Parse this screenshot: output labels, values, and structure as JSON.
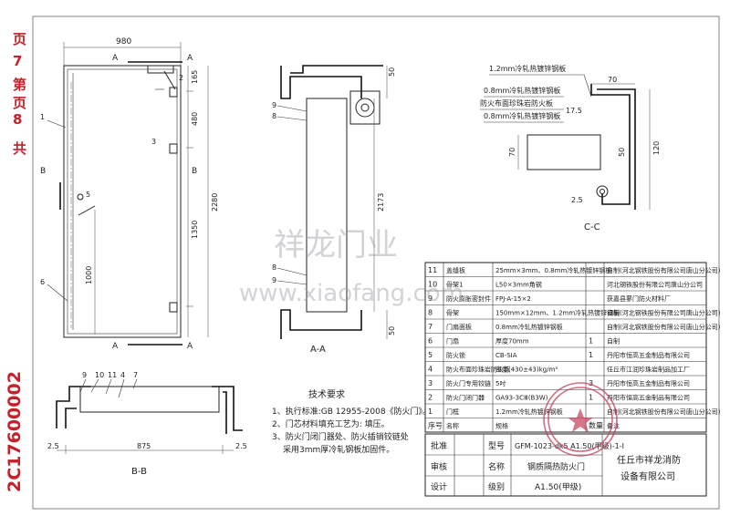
{
  "page_counter": {
    "total": "8",
    "current": "7"
  },
  "drawing_number": "2C17600002",
  "watermark": {
    "brand": "祥龙门业",
    "url": "www.xiaofang.com"
  },
  "front_view": {
    "width": "980",
    "height": "2280",
    "hinge_dims": [
      "165",
      "480",
      "1350"
    ],
    "handle_height": "1000",
    "section_labels": {
      "a": "A",
      "b": "B"
    },
    "parts": [
      "1",
      "2",
      "3",
      "5",
      "6"
    ]
  },
  "section_aa": {
    "title": "A-A",
    "height": "2173",
    "top_dim": "50",
    "bottom_dim": "50",
    "parts_top": [
      "9",
      "8"
    ],
    "parts_bottom": [
      "8",
      "9"
    ]
  },
  "section_cc": {
    "title": "C-C",
    "callouts": [
      "1.2mm冷轧热镀锌钢板",
      "0.8mm冷轧热镀锌钢板",
      "防火布面珍珠岩防火板",
      "0.8mm冷轧热镀锌钢板"
    ],
    "dims": [
      "70",
      "17.5",
      "50",
      "120",
      "70",
      "2.5"
    ]
  },
  "section_bb": {
    "title": "B-B",
    "parts": [
      "9",
      "10",
      "11",
      "4",
      "7"
    ],
    "dims": [
      "2.5",
      "875",
      "2.5"
    ]
  },
  "tech_requirements": {
    "title": "技术要求",
    "items": [
      "1、执行标准:GB 12955-2008《防火门》。",
      "2、门芯材料填充工艺为: 填压。",
      "3、防火门闭门器处、防火插销铰链处",
      "采用3mm厚冷轧钢板加固件。"
    ]
  },
  "bom": {
    "rows": [
      {
        "no": "11",
        "name": "盖缝板",
        "spec": "25mm×3mm、0.8mm冷轧热镀锌钢板",
        "qty": "",
        "note": "自制(河北钢铁股份有限公司唐山分公司)"
      },
      {
        "no": "10",
        "name": "骨架1",
        "spec": "L50×3mm角钢",
        "qty": "",
        "note": "河北钢铁股份有限公司唐山分公司"
      },
      {
        "no": "9",
        "name": "防火膨胀密封件",
        "spec": "FPJ-A-15×2",
        "qty": "",
        "note": "获嘉县蓼门防火材料厂"
      },
      {
        "no": "8",
        "name": "骨架",
        "spec": "150mm×12mm、1.2mm冷轧热镀锌钢板",
        "qty": "",
        "note": "自制(河北钢铁股份有限公司唐山分公司)"
      },
      {
        "no": "7",
        "name": "门扇面板",
        "spec": "0.8mm冷轧热镀锌钢板",
        "qty": "",
        "note": "自制(河北钢铁股份有限公司唐山分公司)"
      },
      {
        "no": "6",
        "name": "门扇",
        "spec": "厚度70mm",
        "qty": "1",
        "note": "自制"
      },
      {
        "no": "5",
        "name": "防火锁",
        "spec": "CB-SIA",
        "qty": "1",
        "note": "丹阳市恒高五金制品有限公司"
      },
      {
        "no": "4",
        "name": "防火布面珍珠岩防火板",
        "spec": "密度(430±43)kg/m³",
        "qty": "",
        "note": "任丘市江润珍珠岩制品加工厂"
      },
      {
        "no": "3",
        "name": "防火门专用铰链",
        "spec": "5吋",
        "qty": "3",
        "note": "丹阳市恒高五金制品有限公司"
      },
      {
        "no": "2",
        "name": "防火门闭门器",
        "spec": "GA93-3CⅢ(B3W)",
        "qty": "1",
        "note": "丹阳市恒高五金制品有限公司"
      },
      {
        "no": "1",
        "name": "门框",
        "spec": "1.2mm冷轧热镀锌钢板",
        "qty": "",
        "note": "自制(河北钢铁股份有限公司唐山分公司)"
      }
    ],
    "headers": {
      "no": "序号",
      "name": "名称",
      "spec": "规格",
      "qty": "数量",
      "note": "备注"
    }
  },
  "title_block": {
    "approve": "批准",
    "model_label": "型号",
    "model": "GFM-1023-dk5 A1.50(甲级)-1-I",
    "review": "审核",
    "product_label": "名称",
    "product": "钢质隔热防火门",
    "design": "设计",
    "grade_label": "级别",
    "grade": "A1.50(甲级)",
    "company": [
      "任丘市祥龙消防",
      "设备有限公司"
    ]
  }
}
